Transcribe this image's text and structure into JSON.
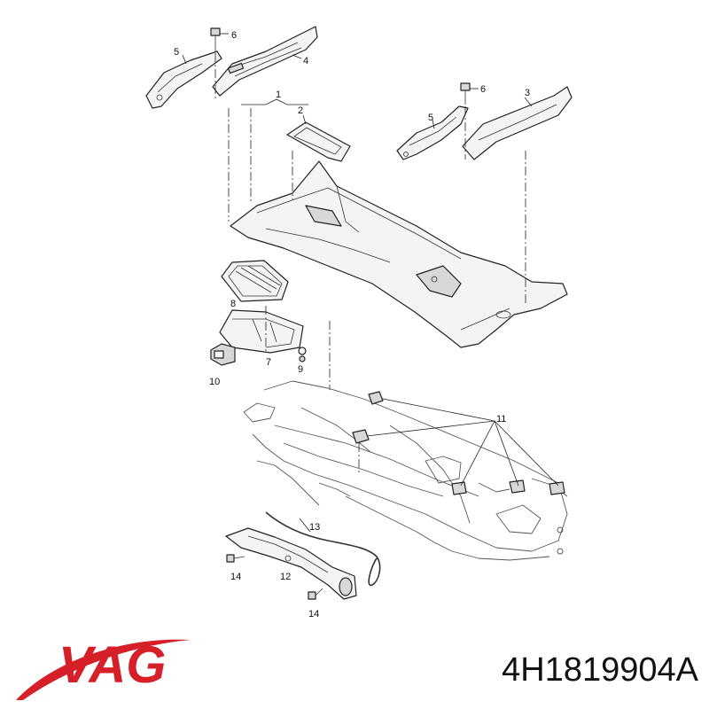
{
  "labels": {
    "l1": "1",
    "l2": "2",
    "l3": "3",
    "l4": "4",
    "l5a": "5",
    "l5b": "5",
    "l6a": "6",
    "l6b": "6",
    "l7": "7",
    "l8": "8",
    "l9": "9",
    "l10": "10",
    "l11": "11",
    "l12": "12",
    "l13": "13",
    "l14a": "14",
    "l14b": "14"
  },
  "brand": {
    "logo_text": "VAG",
    "logo_color": "#d51f29"
  },
  "part_number": "4H1819904A"
}
